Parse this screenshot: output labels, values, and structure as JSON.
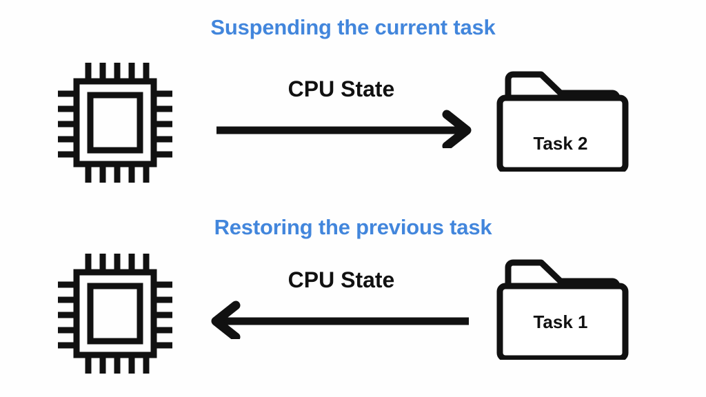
{
  "diagram": {
    "background_color": "#fefefe",
    "accent_color": "#4286DC",
    "stroke_color": "#111111",
    "sections": [
      {
        "id": "suspend",
        "title": "Suspending the current task",
        "source_icon": "cpu-chip-icon",
        "target_icon": "folder-icon",
        "arrow_label": "CPU State",
        "arrow_direction": "right",
        "folder_label": "Task 2"
      },
      {
        "id": "restore",
        "title": "Restoring the previous task",
        "source_icon": "folder-icon",
        "target_icon": "cpu-chip-icon",
        "arrow_label": "CPU State",
        "arrow_direction": "left",
        "folder_label": "Task 1"
      }
    ]
  }
}
